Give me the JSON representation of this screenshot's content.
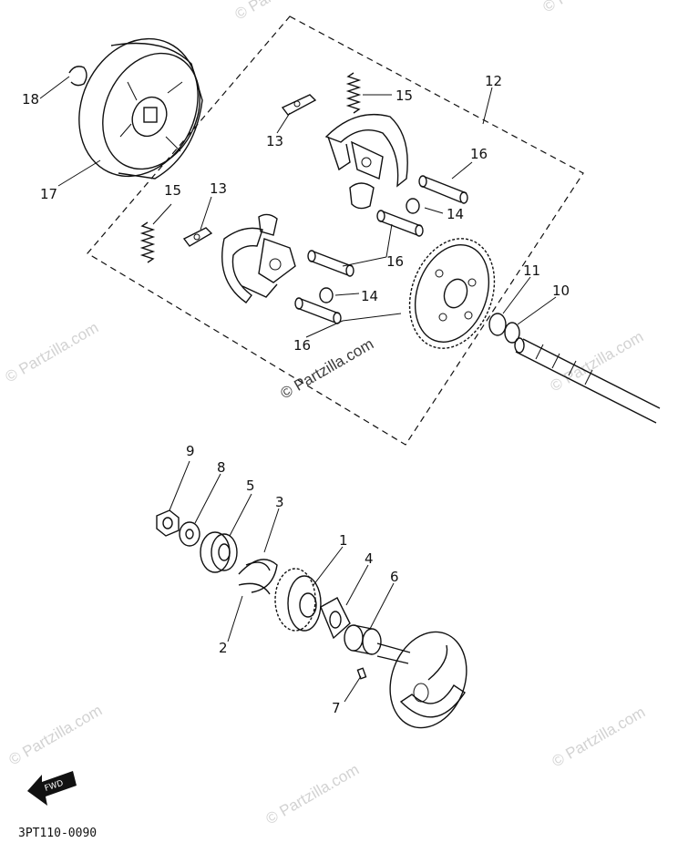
{
  "diagram": {
    "callouts": {
      "n1": "1",
      "n2": "2",
      "n3": "3",
      "n4": "4",
      "n5": "5",
      "n6": "6",
      "n7": "7",
      "n8": "8",
      "n9": "9",
      "n10": "10",
      "n11": "11",
      "n12": "12",
      "n13a": "13",
      "n13b": "13",
      "n14a": "14",
      "n14b": "14",
      "n15a": "15",
      "n15b": "15",
      "n16a": "16",
      "n16b": "16",
      "n16c": "16",
      "n17": "17",
      "n18": "18"
    },
    "direction_badge": "FWD",
    "diagram_code": "3PT110-0090"
  },
  "watermark": {
    "text": "© Partzilla.com"
  },
  "colors": {
    "ink": "#111111",
    "watermark": "#d2d2d2",
    "background": "#ffffff"
  }
}
